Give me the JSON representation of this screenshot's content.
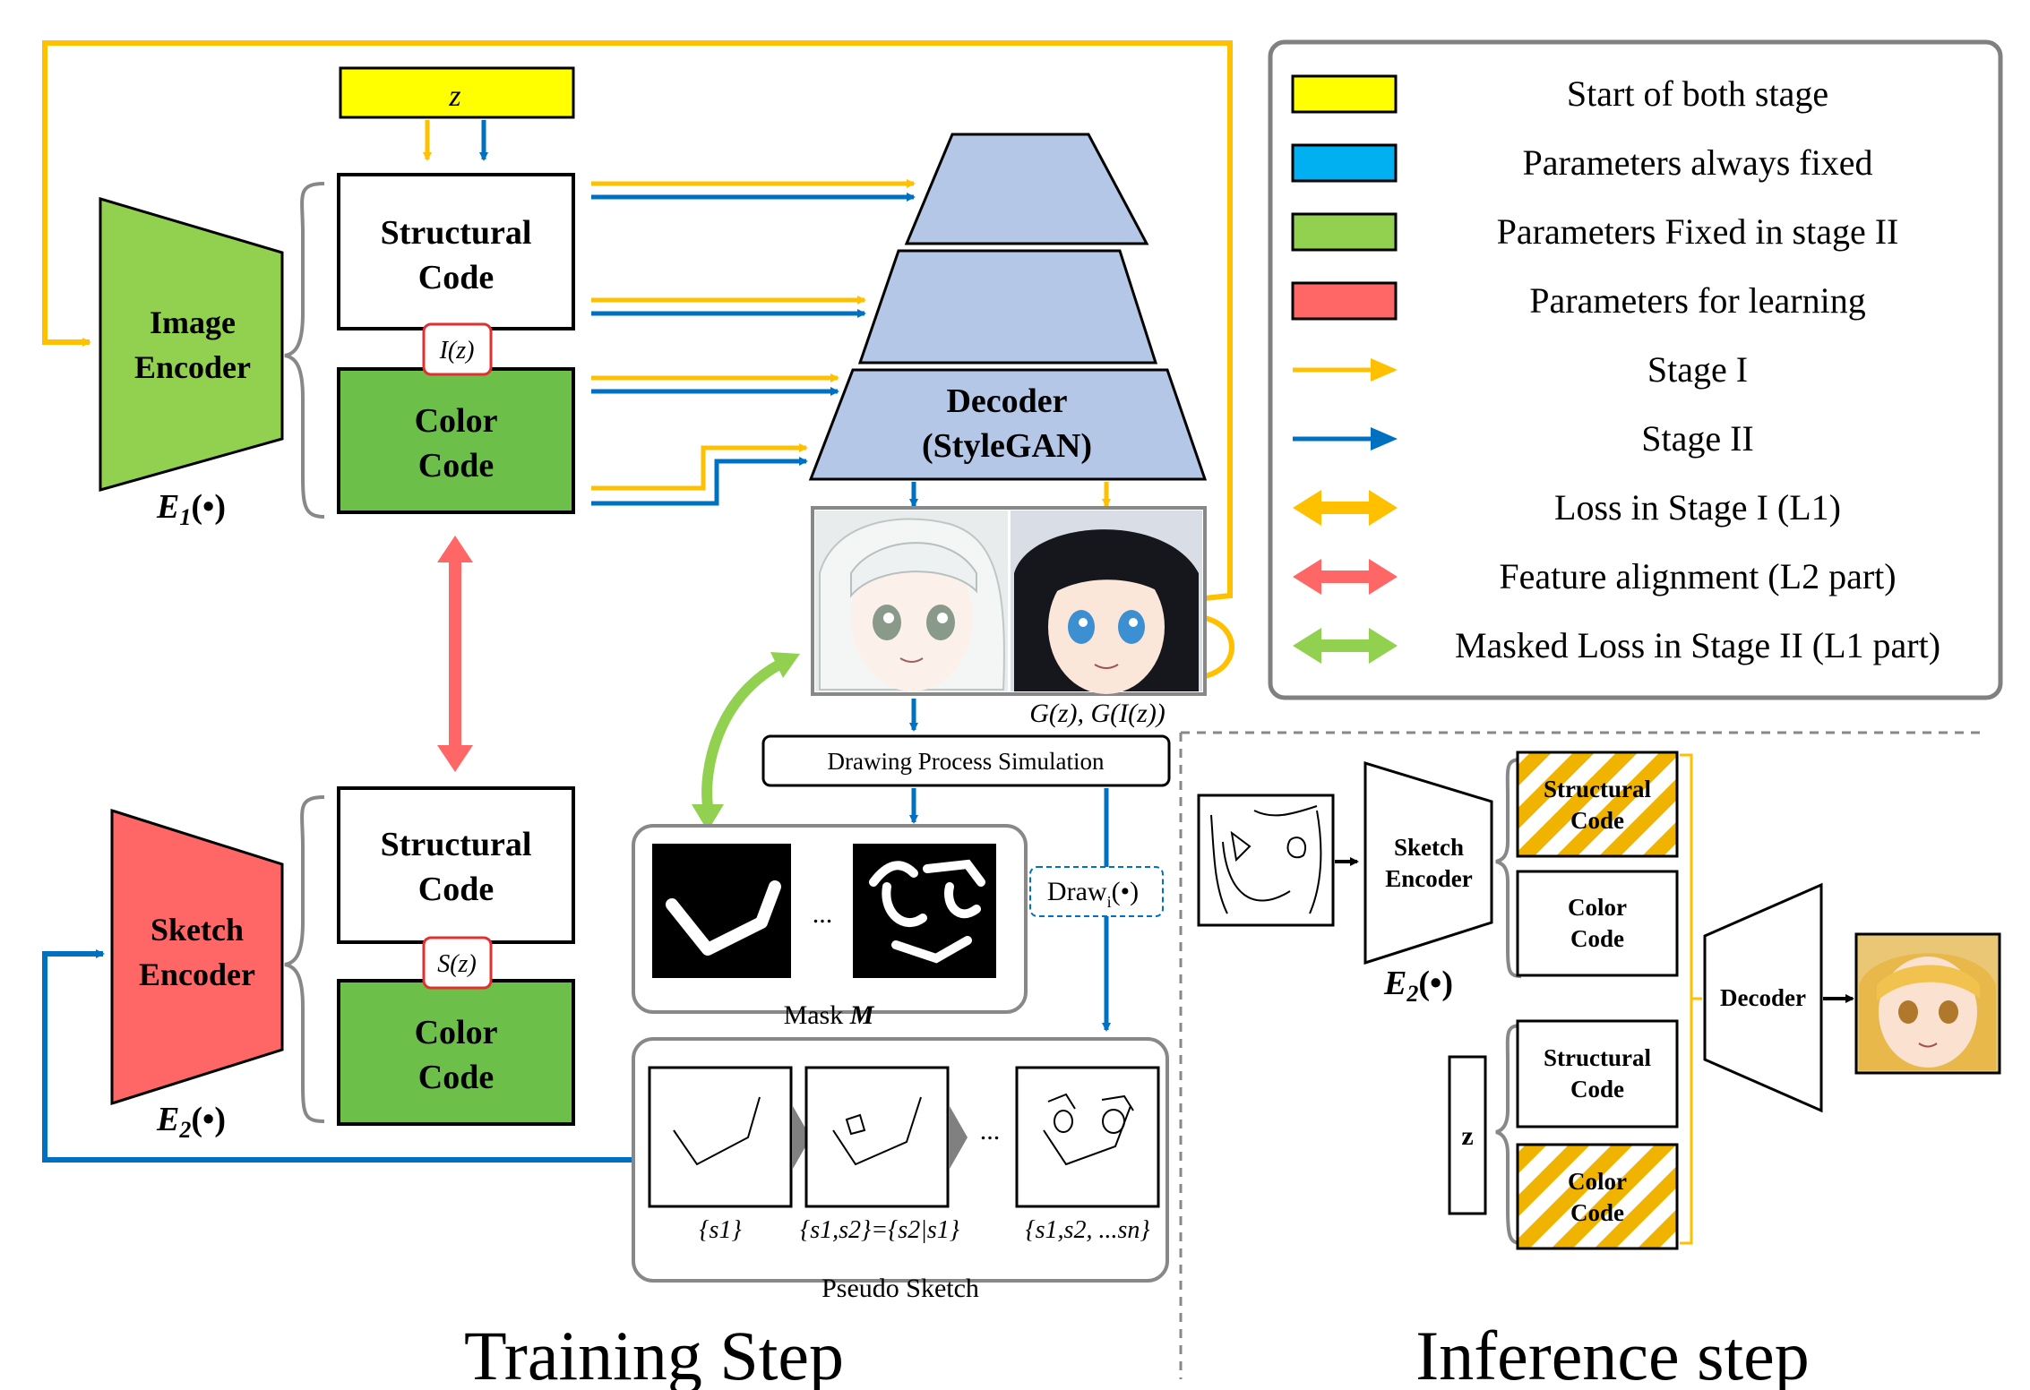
{
  "colors": {
    "yellow": "#ffff00",
    "blue": "#00b0f0",
    "green": "#92d050",
    "red": "#ff6666",
    "stage1": "#ffc000",
    "stage2": "#0070c0",
    "decoder": "#b4c7e7",
    "hatch_orange": "#f0b400"
  },
  "training": {
    "z_label": "z",
    "image_encoder": {
      "line1": "Image",
      "line2": "Encoder",
      "sub_main": "E",
      "sub_index": "1",
      "sub_tail": "(•)"
    },
    "sketch_encoder": {
      "line1": "Sketch",
      "line2": "Encoder",
      "sub_main": "E",
      "sub_index": "2",
      "sub_tail": "(•)"
    },
    "structural_code": {
      "line1": "Structural",
      "line2": "Code"
    },
    "color_code": {
      "line1": "Color",
      "line2": "Code"
    },
    "iz_tag": {
      "main": "I",
      "arg": "(z)"
    },
    "sz_tag": {
      "main": "S",
      "arg": "(z)"
    },
    "decoder": {
      "line1": "Decoder",
      "line2": "(StyleGAN)"
    },
    "generated_caption": "G(z), G(I(z))",
    "drawing_process": "Drawing Process Simulation",
    "draw_label": {
      "main": "Draw",
      "sub": "i",
      "tail": "(•)"
    },
    "mask_label": {
      "text": "Mask ",
      "var": "M"
    },
    "mask_ellipsis": "...",
    "pseudo_sketch_label": "Pseudo Sketch",
    "sketch_captions": [
      "{s1}",
      "{s1,s2}={s2|s1}",
      "{s1,s2, ...sn}"
    ],
    "sketch_ellipsis": "...",
    "title": "Training Step"
  },
  "legend": {
    "items": [
      {
        "label": "Start of both stage",
        "kind": "swatch",
        "color": "yellow"
      },
      {
        "label": "Parameters always fixed",
        "kind": "swatch",
        "color": "blue"
      },
      {
        "label": "Parameters Fixed in stage II",
        "kind": "swatch",
        "color": "green"
      },
      {
        "label": "Parameters for learning",
        "kind": "swatch",
        "color": "red"
      },
      {
        "label": "Stage I",
        "kind": "arrow",
        "color": "stage1"
      },
      {
        "label": "Stage II",
        "kind": "arrow",
        "color": "stage2"
      },
      {
        "label": "Loss in Stage I (L1)",
        "kind": "double-arrow",
        "color": "stage1"
      },
      {
        "label": "Feature alignment (L2  part)",
        "kind": "double-arrow",
        "color": "red"
      },
      {
        "label": "Masked Loss in Stage II (L1 part)",
        "kind": "double-arrow",
        "color": "green"
      }
    ]
  },
  "inference": {
    "sketch_encoder": {
      "line1": "Sketch",
      "line2": "Encoder",
      "sub_main": "E",
      "sub_index": "2",
      "sub_tail": "(•)"
    },
    "structural_code": {
      "line1": "Structural",
      "line2": "Code"
    },
    "color_code": {
      "line1": "Color",
      "line2": "Code"
    },
    "z_label": "z",
    "decoder_label": "Decoder",
    "title": "Inference step"
  }
}
